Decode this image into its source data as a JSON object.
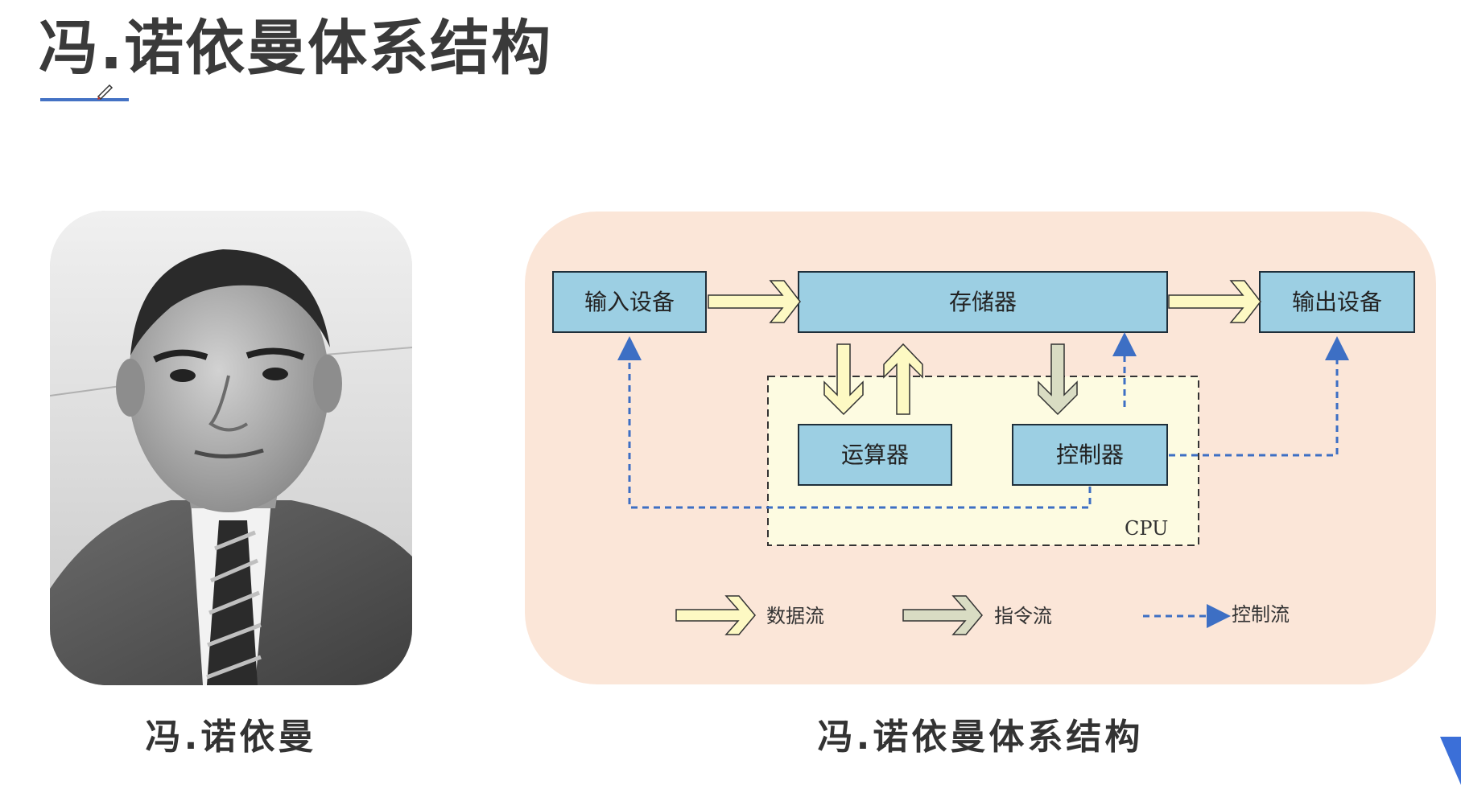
{
  "page": {
    "title": "冯.诺依曼体系结构"
  },
  "portrait": {
    "caption": "冯.诺依曼"
  },
  "diagram": {
    "caption": "冯.诺依曼体系结构",
    "boxes": {
      "input": "输入设备",
      "memory": "存储器",
      "output": "输出设备",
      "alu": "运算器",
      "controller": "控制器"
    },
    "cpu_label": "CPU",
    "legend": {
      "data_flow": "数据流",
      "instruction_flow": "指令流",
      "control_flow": "控制流"
    },
    "colors": {
      "panel_background": "#fbe6d8",
      "box_fill": "#9ccfe3",
      "cpu_fill": "#fdfbe1",
      "data_arrow": "#fdf9c3",
      "instruction_arrow": "#d9dcc3",
      "control_arrow": "#3d6fc4"
    }
  },
  "icons": {
    "pen": "pen-icon",
    "corner": "corner-triangle-icon"
  }
}
